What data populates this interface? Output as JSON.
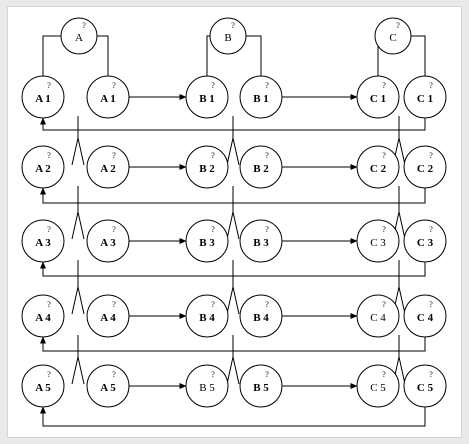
{
  "diagram": {
    "header_nodes": [
      {
        "id": "A",
        "label": "A",
        "mark": "?"
      },
      {
        "id": "B",
        "label": "B",
        "mark": "?"
      },
      {
        "id": "C",
        "label": "C",
        "mark": "?"
      }
    ],
    "rows": [
      {
        "index": 1,
        "nodes": [
          {
            "label": "A 1",
            "mark": "?",
            "style": "bold"
          },
          {
            "label": "A 1",
            "mark": "?",
            "style": "bold"
          },
          {
            "label": "B 1",
            "mark": "?",
            "style": "bold"
          },
          {
            "label": "B 1",
            "mark": "?",
            "style": "bold"
          },
          {
            "label": "C 1",
            "mark": "?",
            "style": "bold"
          },
          {
            "label": "C 1",
            "mark": "?",
            "style": "bold"
          }
        ]
      },
      {
        "index": 2,
        "nodes": [
          {
            "label": "A 2",
            "mark": "?",
            "style": "bold"
          },
          {
            "label": "A 2",
            "mark": "?",
            "style": "bold"
          },
          {
            "label": "B 2",
            "mark": "?",
            "style": "bold"
          },
          {
            "label": "B 2",
            "mark": "?",
            "style": "bold"
          },
          {
            "label": "C 2",
            "mark": "?",
            "style": "bold"
          },
          {
            "label": "C 2",
            "mark": "?",
            "style": "bold"
          }
        ]
      },
      {
        "index": 3,
        "nodes": [
          {
            "label": "A 3",
            "mark": "?",
            "style": "bold"
          },
          {
            "label": "A 3",
            "mark": "?",
            "style": "bold"
          },
          {
            "label": "B 3",
            "mark": "?",
            "style": "bold"
          },
          {
            "label": "B 3",
            "mark": "?",
            "style": "bold"
          },
          {
            "label": "C 3",
            "mark": "?",
            "style": "light"
          },
          {
            "label": "C 3",
            "mark": "?",
            "style": "bold"
          }
        ]
      },
      {
        "index": 4,
        "nodes": [
          {
            "label": "A 4",
            "mark": "?",
            "style": "bold"
          },
          {
            "label": "A 4",
            "mark": "?",
            "style": "bold"
          },
          {
            "label": "B 4",
            "mark": "?",
            "style": "bold"
          },
          {
            "label": "B 4",
            "mark": "?",
            "style": "bold"
          },
          {
            "label": "C 4",
            "mark": "?",
            "style": "light"
          },
          {
            "label": "C 4",
            "mark": "?",
            "style": "bold"
          }
        ]
      },
      {
        "index": 5,
        "nodes": [
          {
            "label": "A 5",
            "mark": "?",
            "style": "bold"
          },
          {
            "label": "A 5",
            "mark": "?",
            "style": "bold"
          },
          {
            "label": "B 5",
            "mark": "?",
            "style": "light"
          },
          {
            "label": "B 5",
            "mark": "?",
            "style": "bold"
          },
          {
            "label": "C 5",
            "mark": "?",
            "style": "light"
          },
          {
            "label": "C 5",
            "mark": "?",
            "style": "bold"
          }
        ]
      }
    ]
  }
}
